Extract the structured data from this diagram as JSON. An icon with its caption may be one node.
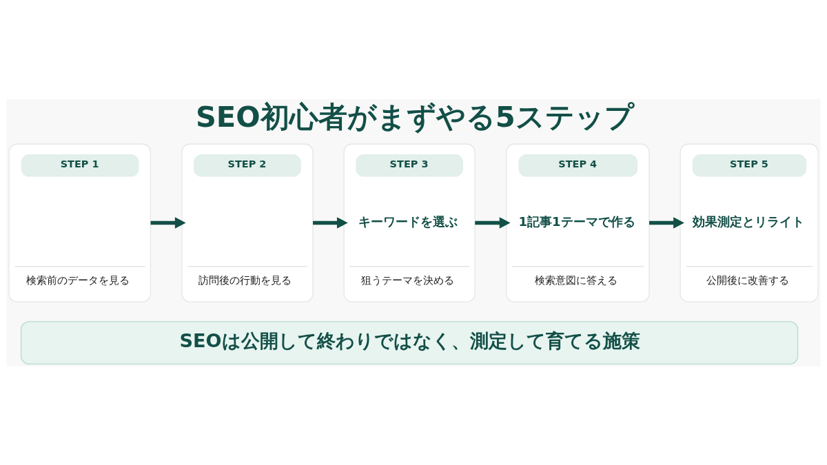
{
  "diagram": {
    "title": "SEO初心者がまずやる5ステップ",
    "nodes": [
      {
        "text": [
          "STEP 1",
          "検索前のデータを見る"
        ]
      },
      {
        "text": [
          "STEP 2",
          "訪問後の行動を見る"
        ]
      },
      {
        "text": [
          "STEP 3",
          "キーワードを選ぶ",
          "狙うテーマを決める"
        ]
      },
      {
        "text": [
          "STEP 4",
          "1記事1テーマで作る",
          "検索意図に答える"
        ]
      },
      {
        "text": [
          "STEP 5",
          "効果測定とリライト",
          "公開後に改善する"
        ]
      },
      {
        "text": [
          "SEOは公開して終わりではなく、測定して育てる施策"
        ]
      }
    ],
    "edges": [
      {
        "from": 0,
        "to": 1,
        "arrow": "to"
      },
      {
        "from": 1,
        "to": 2,
        "arrow": "to"
      },
      {
        "from": 2,
        "to": 3,
        "arrow": "to"
      },
      {
        "from": 3,
        "to": 4,
        "arrow": "to"
      }
    ]
  }
}
